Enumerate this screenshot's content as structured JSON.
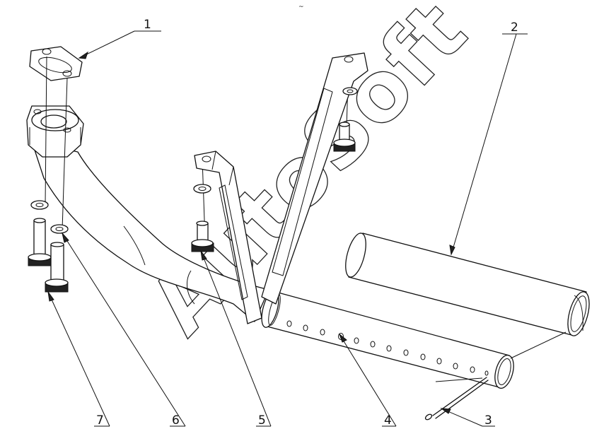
{
  "watermark": "AutoSoft",
  "top_mark": "~",
  "callouts": [
    {
      "id": "1",
      "label": "1"
    },
    {
      "id": "2",
      "label": "2"
    },
    {
      "id": "3",
      "label": "3"
    },
    {
      "id": "4",
      "label": "4"
    },
    {
      "id": "5",
      "label": "5"
    },
    {
      "id": "6",
      "label": "6"
    },
    {
      "id": "7",
      "label": "7"
    }
  ]
}
